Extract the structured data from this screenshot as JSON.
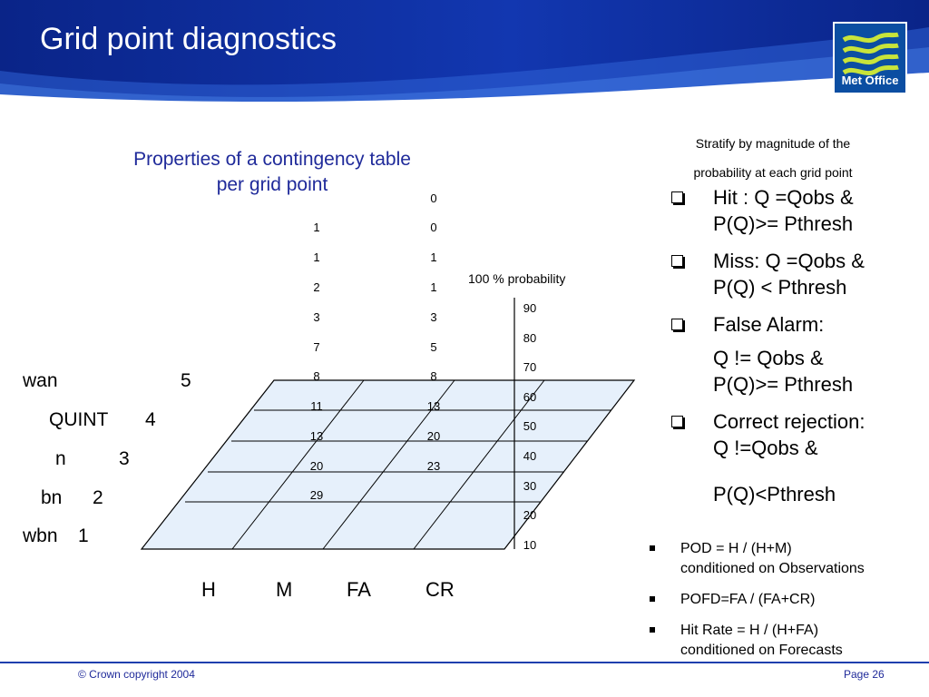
{
  "header": {
    "title": "Grid point diagnostics",
    "logo_text": "Met Office"
  },
  "subtitle": [
    "Properties of a contingency table",
    "per grid point"
  ],
  "stratify": [
    "Stratify by magnitude of the",
    "probability  at each grid point"
  ],
  "column_left": [
    "1",
    "1",
    "2",
    "3",
    "7",
    "8",
    "11",
    "13",
    "20",
    "29"
  ],
  "column_right": [
    "0",
    "0",
    "1",
    "1",
    "3",
    "5",
    "8",
    "13",
    "20",
    "23"
  ],
  "probability_label": "100 % probability",
  "probability_ticks": [
    "90",
    "80",
    "70",
    "60",
    "50",
    "40",
    "30",
    "20",
    "10"
  ],
  "wan_labels": [
    {
      "name": "wan",
      "value": "5"
    },
    {
      "name": "QUINT",
      "value": "4"
    },
    {
      "name": "n",
      "value": "3"
    },
    {
      "name": "bn",
      "value": "2"
    },
    {
      "name": "wbn",
      "value": "1"
    }
  ],
  "categories": [
    "H",
    "M",
    "FA",
    "CR"
  ],
  "bullets": [
    {
      "lines": [
        "Hit   : Q =Qobs &",
        "P(Q)>= Pthresh"
      ]
    },
    {
      "lines": [
        "Miss: Q =Qobs &",
        "P(Q) < Pthresh"
      ]
    },
    {
      "lines": [
        "False Alarm:"
      ]
    },
    {
      "lines": [
        "Q != Qobs &",
        "P(Q)>= Pthresh"
      ]
    },
    {
      "lines": [
        "Correct rejection:",
        "Q !=Qobs &"
      ]
    },
    {
      "lines": [
        "P(Q)<Pthresh"
      ]
    }
  ],
  "formulas": [
    {
      "lines": [
        "POD = H / (H+M)",
        "conditioned on Observations"
      ]
    },
    {
      "lines": [
        "POFD=FA / (FA+CR)"
      ]
    },
    {
      "lines": [
        "Hit Rate = H / (H+FA)",
        "conditioned on Forecasts"
      ]
    }
  ],
  "footer": {
    "copyright": "© Crown copyright 2004",
    "page": "Page 26"
  },
  "colors": {
    "header_blue": "#0a2a96",
    "header_light": "#2f63d6",
    "title_blue": "#1f2a9a",
    "grid_fill": "#e6f0fb"
  }
}
